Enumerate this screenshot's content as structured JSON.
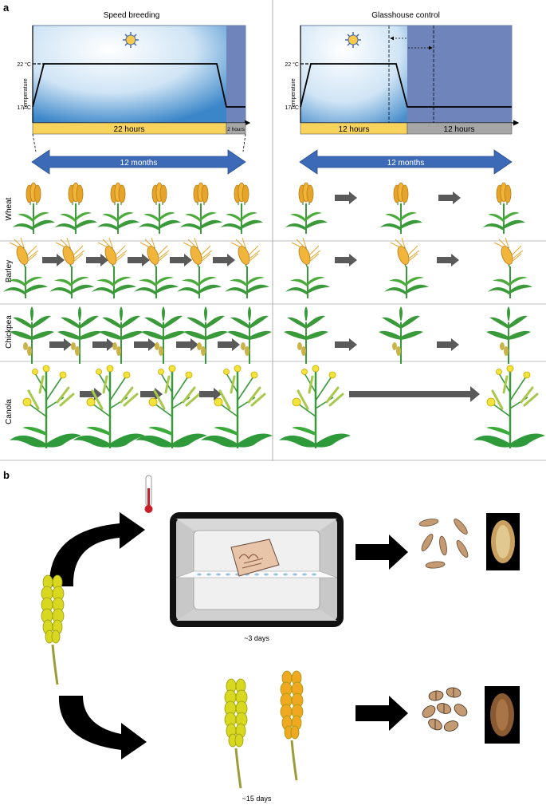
{
  "panel_a": {
    "label": "a",
    "left": {
      "title": "Speed breeding",
      "temp_high": "22 °C",
      "temp_low": "17 °C",
      "temp_axis": "Temperature",
      "light_bar": "22 hours",
      "dark_bar": "2 hours",
      "duration": "12 months"
    },
    "right": {
      "title": "Glasshouse control",
      "temp_high": "22 °C",
      "temp_low": "17 °C",
      "temp_axis": "Temperature",
      "light_bar": "12 hours",
      "dark_bar": "12 hours",
      "duration": "12 months"
    },
    "crops": [
      "Wheat",
      "Barley",
      "Chickpea",
      "Canola"
    ]
  },
  "panel_b": {
    "label": "b",
    "top_time": "~3 days",
    "bottom_time": "~15 days"
  },
  "colors": {
    "sky_blue": "#2f82c8",
    "dark_period": "#6f84ba",
    "light_bar": "#f7d35c",
    "dark_bar": "#a6a6a6",
    "arrow_blue": "#3d6ab7",
    "arrow_gray": "#5a5a5a",
    "leaf_green": "#3a9a3a",
    "wheat_gold": "#e6a52a",
    "canola_yellow": "#f2e43a",
    "seed_brown": "#c49a73"
  }
}
